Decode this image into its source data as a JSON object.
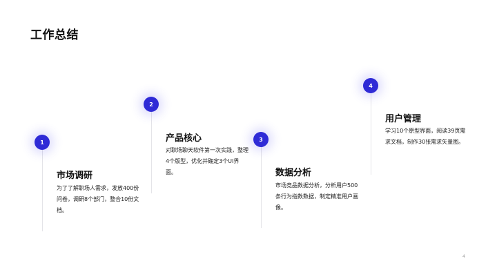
{
  "title": "工作总结",
  "accent_color": "#2f2bd6",
  "steps": [
    {
      "number": "1",
      "heading": "市场调研",
      "description": "为了了解职场人需求，发放400份问卷，调研8个部门，整合10份文档。"
    },
    {
      "number": "2",
      "heading": "产品核心",
      "description": "对职场聊天软件第一次实践，整理4个版型，优化并确定3个UI界面。"
    },
    {
      "number": "3",
      "heading": "数据分析",
      "description": "市场竞品数据分析，分析用户500条行为指数数据，制定精准用户画像。"
    },
    {
      "number": "4",
      "heading": "用户管理",
      "description": "学习10个原型界面，阅读39页需求文档，制作30张需求矢量图。"
    }
  ],
  "page_number": "4"
}
